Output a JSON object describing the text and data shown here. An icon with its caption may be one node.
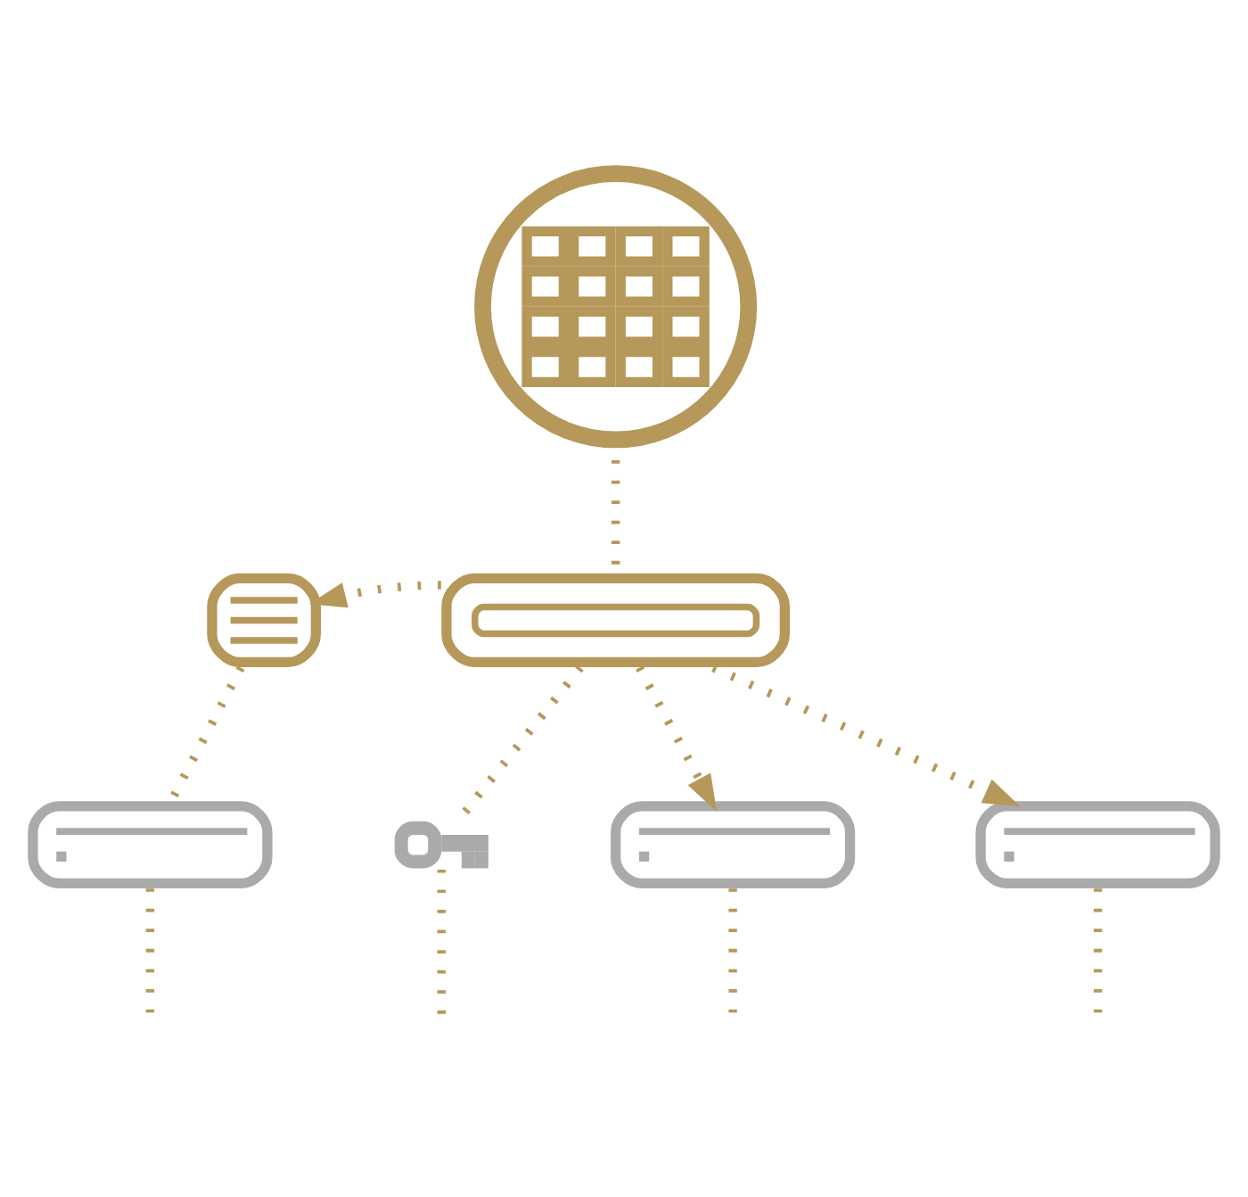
{
  "diagram": {
    "nodes": [
      {
        "text": [],
        "shape": "picture"
      },
      {
        "text": [],
        "shape": "picture"
      },
      {
        "text": [],
        "shape": "picture"
      },
      {
        "text": [],
        "shape": "picture"
      },
      {
        "text": [],
        "shape": "picture"
      },
      {
        "text": [],
        "shape": "picture"
      },
      {
        "text": [],
        "shape": "picture"
      }
    ],
    "edges": [
      {
        "from": 0,
        "to": 2,
        "arrow": "none"
      },
      {
        "from": 2,
        "to": 1,
        "arrow": "to"
      },
      {
        "from": 2,
        "to": 5,
        "arrow": "to"
      },
      {
        "from": 2,
        "to": 6,
        "arrow": "to"
      },
      {
        "from": 1,
        "to": 3,
        "arrow": "none"
      },
      {
        "from": 2,
        "to": 4,
        "arrow": "none"
      },
      {
        "from": 3,
        "to": null,
        "arrow": "none"
      },
      {
        "from": 4,
        "to": null,
        "arrow": "none"
      },
      {
        "from": 5,
        "to": null,
        "arrow": "none"
      },
      {
        "from": 6,
        "to": null,
        "arrow": "none"
      }
    ]
  }
}
